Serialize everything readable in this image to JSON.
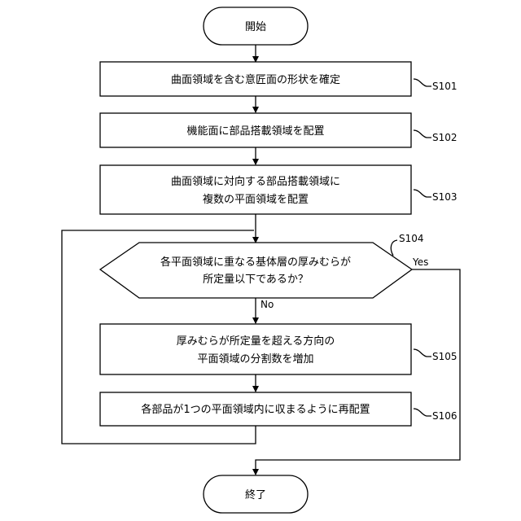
{
  "flowchart": {
    "start": "開始",
    "end": "終了",
    "steps": [
      {
        "id": "S101",
        "lines": [
          "曲面領域を含む意匠面の形状を確定"
        ]
      },
      {
        "id": "S102",
        "lines": [
          "機能面に部品搭載領域を配置"
        ]
      },
      {
        "id": "S103",
        "lines": [
          "曲面領域に対向する部品搭載領域に",
          "複数の平面領域を配置"
        ]
      },
      {
        "id": "S104",
        "lines": [
          "各平面領域に重なる基体層の厚みむらが",
          "所定量以下であるか？"
        ]
      },
      {
        "id": "S105",
        "lines": [
          "厚みむらが所定量を超える方向の",
          "平面領域の分割数を増加"
        ]
      },
      {
        "id": "S106",
        "lines": [
          "各部品が1つの平面領域内に収まるように再配置"
        ]
      }
    ],
    "decision_yes": "Yes",
    "decision_no": "No"
  }
}
